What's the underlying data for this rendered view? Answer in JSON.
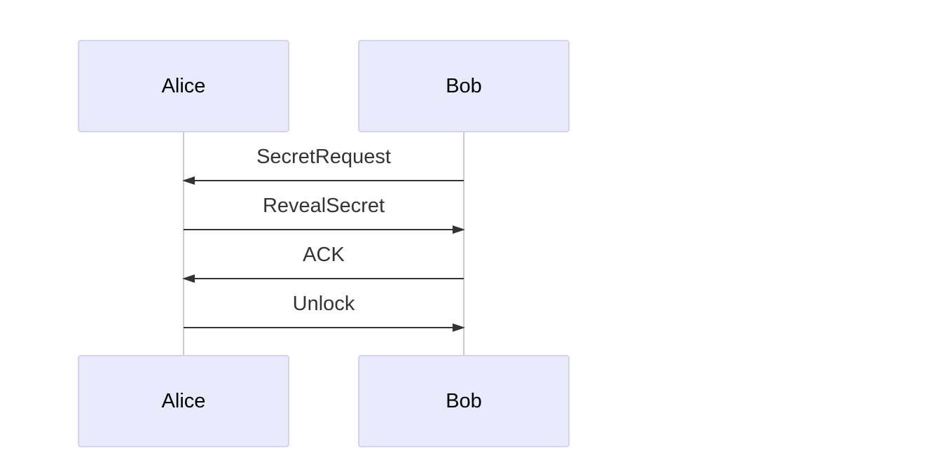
{
  "participants": [
    {
      "id": "alice",
      "label": "Alice"
    },
    {
      "id": "bob",
      "label": "Bob"
    }
  ],
  "messages": [
    {
      "from": "bob",
      "to": "alice",
      "label": "SecretRequest"
    },
    {
      "from": "alice",
      "to": "bob",
      "label": "RevealSecret"
    },
    {
      "from": "bob",
      "to": "alice",
      "label": "ACK"
    },
    {
      "from": "alice",
      "to": "bob",
      "label": "Unlock"
    }
  ],
  "colors": {
    "actor_fill": "#eaeafd",
    "actor_stroke": "#c9c9f0",
    "message_line": "#333333",
    "lifeline": "#9a9a9a"
  }
}
